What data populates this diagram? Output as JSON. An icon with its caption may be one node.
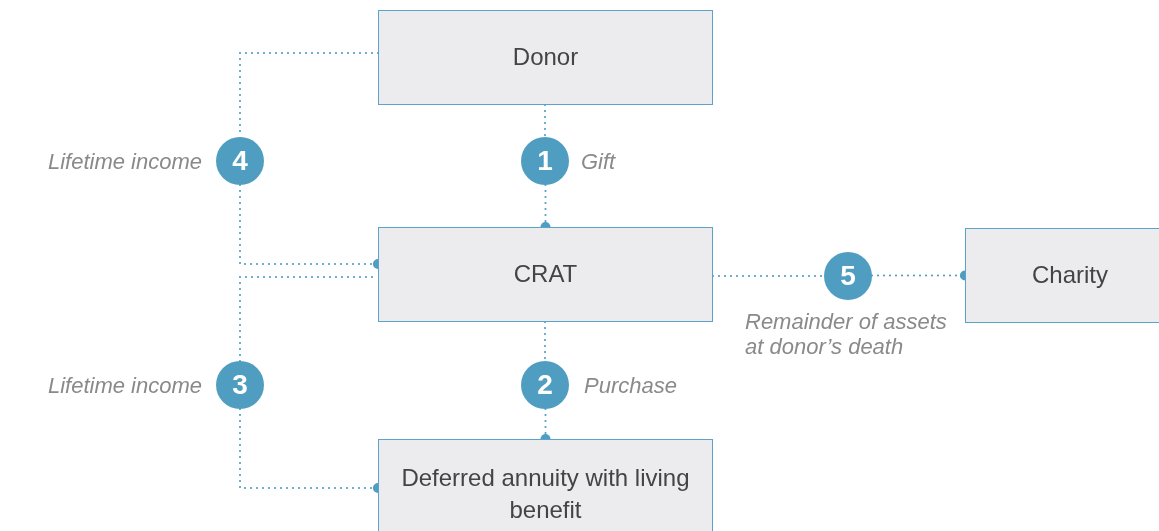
{
  "diagram": {
    "nodes": [
      {
        "text": [
          "Donor"
        ]
      },
      {
        "text": [
          "4"
        ],
        "beside": [
          "Lifetime income"
        ]
      },
      {
        "text": [
          "1"
        ],
        "beside": [
          "Gift"
        ]
      },
      {
        "text": [
          "CRAT"
        ]
      },
      {
        "text": [
          "5"
        ],
        "beside": [
          "Remainder of assets at donor’s death"
        ]
      },
      {
        "text": [
          "Charity"
        ]
      },
      {
        "text": [
          "3"
        ],
        "beside": [
          "Lifetime income"
        ]
      },
      {
        "text": [
          "2"
        ],
        "beside": [
          "Purchase"
        ]
      },
      {
        "text": [
          "Deferred annuity with living benefit"
        ]
      }
    ],
    "edges": [
      {
        "from": 0,
        "to": 2,
        "arrow": "none",
        "style": "dashed"
      },
      {
        "from": 2,
        "to": 3,
        "arrow": "other",
        "style": "dashed"
      },
      {
        "from": 0,
        "to": 1,
        "arrow": "none",
        "style": "dashed"
      },
      {
        "from": 1,
        "to": 3,
        "arrow": "other",
        "style": "dashed"
      },
      {
        "from": 3,
        "to": 7,
        "arrow": "none",
        "style": "dashed"
      },
      {
        "from": 7,
        "to": 8,
        "arrow": "other",
        "style": "dashed"
      },
      {
        "from": 3,
        "to": 4,
        "arrow": "none",
        "style": "dashed"
      },
      {
        "from": 4,
        "to": 5,
        "arrow": "other",
        "style": "dashed"
      },
      {
        "from": 6,
        "to": 3,
        "arrow": "none",
        "style": "dashed"
      },
      {
        "from": 6,
        "to": 8,
        "arrow": "other",
        "style": "dashed"
      }
    ]
  }
}
